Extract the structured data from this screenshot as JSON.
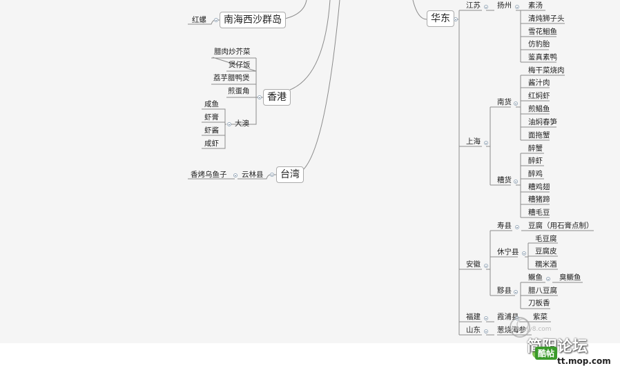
{
  "west": {
    "nanhai": {
      "label": "南海西沙群岛",
      "children": [
        "红螺"
      ]
    },
    "hongkong": {
      "label": "香港",
      "children": [
        "腊肉炒芥菜",
        "煲仔饭",
        "荔芋腊鸭煲",
        "煎蛋角"
      ],
      "daao": {
        "label": "大澳",
        "children": [
          "咸鱼",
          "虾膏",
          "虾酱",
          "咸虾"
        ]
      }
    },
    "taiwan": {
      "label": "台湾",
      "yunlin": {
        "label": "云林县",
        "children": [
          "香烤乌鱼子"
        ]
      }
    }
  },
  "east": {
    "label": "华东",
    "jiangsu": {
      "label": "江苏",
      "yangzhou": {
        "label": "扬州",
        "children": [
          "素汤",
          "清炖狮子头",
          "雪花鮰鱼",
          "仿豹胎",
          "鉴真素鸭"
        ]
      }
    },
    "shanghai": {
      "label": "上海",
      "nanhuo": {
        "label": "南货",
        "children": [
          "梅干菜烧肉",
          "酱汁肉",
          "红焖虾",
          "煎鲳鱼",
          "油焖春笋",
          "面拖蟹"
        ]
      },
      "zaohuo": {
        "label": "糟货",
        "children": [
          "醉蟹",
          "醉虾",
          "醉鸡",
          "糟鸡翅",
          "糟猪蹄",
          "糟毛豆"
        ]
      }
    },
    "anhui": {
      "label": "安徽",
      "shouxian": {
        "label": "寿县",
        "children": [
          "豆腐（用石膏点制）"
        ]
      },
      "xiuning": {
        "label": "休宁县",
        "children": [
          "毛豆腐",
          "豆腐皮",
          "糯米酒"
        ]
      },
      "yixian": {
        "label": "黟县",
        "children": [
          "鳜鱼",
          "腊八豆腐",
          "刀板香"
        ],
        "guiyu_child": "臭鳜鱼"
      }
    },
    "fujian": {
      "label": "福建",
      "xiapu": {
        "label": "霞浦县",
        "children": [
          "紫菜"
        ]
      }
    },
    "shandong": {
      "label": "山东",
      "cong": {
        "label": "葱烧海参"
      }
    }
  },
  "watermark": {
    "title": "简阳论坛",
    "badge": "酷帖",
    "url_top": "www.jyjy8.com",
    "url": "tt.mop.com"
  },
  "colors": {
    "canvas": "#f5f5f5",
    "line": "#8a8a8a",
    "wm_green": "#3a9a2a"
  }
}
